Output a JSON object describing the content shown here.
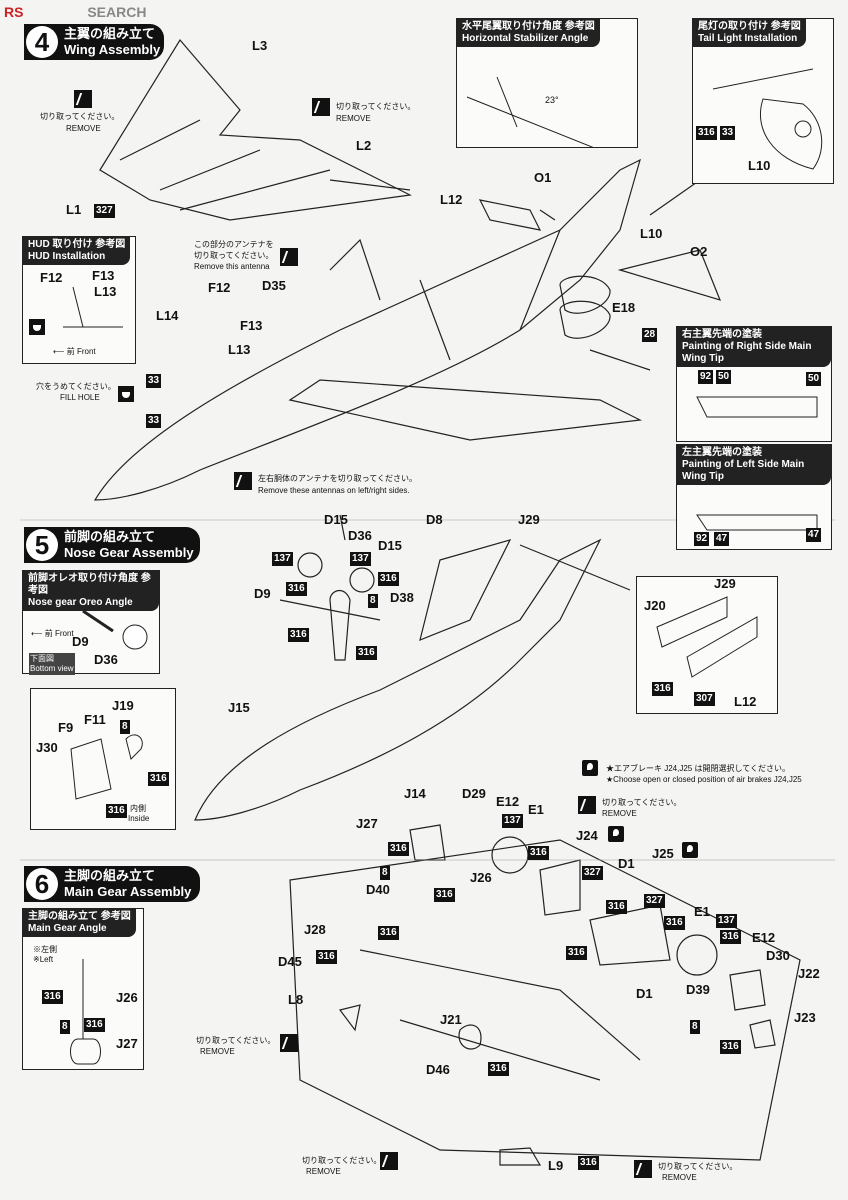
{
  "watermark": {
    "text": "SEARCH",
    "prefix": "RS"
  },
  "steps": [
    {
      "num": "4",
      "jp": "主翼の組み立て",
      "en": "Wing Assembly"
    },
    {
      "num": "5",
      "jp": "前脚の組み立て",
      "en": "Nose Gear Assembly"
    },
    {
      "num": "6",
      "jp": "主脚の組み立て",
      "en": "Main Gear Assembly"
    }
  ],
  "refs": {
    "stab": {
      "jp": "水平尾翼取り付け角度 参考図",
      "en": "Horizontal Stabilizer Angle",
      "angle": "23°"
    },
    "tail": {
      "jp": "尾灯の取り付け 参考図",
      "en": "Tail Light Installation"
    },
    "hud": {
      "jp": "HUD 取り付け 参考図",
      "en": "HUD Installation",
      "front_jp": "前",
      "front_en": "Front"
    },
    "rwing": {
      "jp": "右主翼先端の塗装",
      "en": "Painting of Right Side Main Wing Tip"
    },
    "lwing": {
      "jp": "左主翼先端の塗装",
      "en": "Painting of Left Side Main Wing Tip"
    },
    "oreo": {
      "jp": "前脚オレオ取り付け角度 参考図",
      "en": "Nose gear Oreo Angle",
      "front_jp": "前",
      "front_en": "Front",
      "bottom_jp": "下面図",
      "bottom_en": "Bottom view"
    },
    "maingear": {
      "jp": "主脚の組み立て 参考図",
      "en": "Main Gear Angle",
      "left_jp": "※左側",
      "left_en": "※Left"
    }
  },
  "notes": {
    "remove_jp": "切り取ってください。",
    "remove_en": "REMOVE",
    "antenna_jp1": "この部分のアンテナを",
    "antenna_jp2": "切り取ってください。",
    "antenna_en": "Remove this antenna",
    "fill_jp": "穴をうめてください。",
    "fill_en": "FILL HOLE",
    "sides_jp": "左右胴体のアンテナを切り取ってください。",
    "sides_en": "Remove these antennas on left/right sides.",
    "brake_jp": "★エアブレーキ J24,J25 は開閉選択してください。",
    "brake_en": "★Choose open or closed position of air brakes J24,J25",
    "inside_jp": "内側",
    "inside_en": "Inside"
  },
  "parts": {
    "L3": "L3",
    "L2": "L2",
    "L1": "L1",
    "L12": "L12",
    "O1": "O1",
    "L10": "L10",
    "O2": "O2",
    "E18": "E18",
    "F12": "F12",
    "F13": "F13",
    "L13": "L13",
    "L14": "L14",
    "D35": "D35",
    "D15": "D15",
    "D36": "D36",
    "D8": "D8",
    "J29": "J29",
    "D9": "D9",
    "D38": "D38",
    "J20": "J20",
    "J15": "J15",
    "J19": "J19",
    "F9": "F9",
    "F11": "F11",
    "J30": "J30",
    "J14": "J14",
    "D29": "D29",
    "E12": "E12",
    "E1": "E1",
    "J27": "J27",
    "J24": "J24",
    "J25": "J25",
    "D1": "D1",
    "D40": "D40",
    "J26": "J26",
    "J28": "J28",
    "D45": "D45",
    "D30": "D30",
    "J22": "J22",
    "L8": "L8",
    "D39": "D39",
    "J23": "J23",
    "J21": "J21",
    "D46": "D46",
    "L9": "L9"
  },
  "colors": {
    "c327": "327",
    "c316": "316",
    "c33": "33",
    "c28": "28",
    "c137": "137",
    "c8": "8",
    "c307": "307",
    "c92": "92",
    "c50": "50",
    "c47": "47"
  }
}
